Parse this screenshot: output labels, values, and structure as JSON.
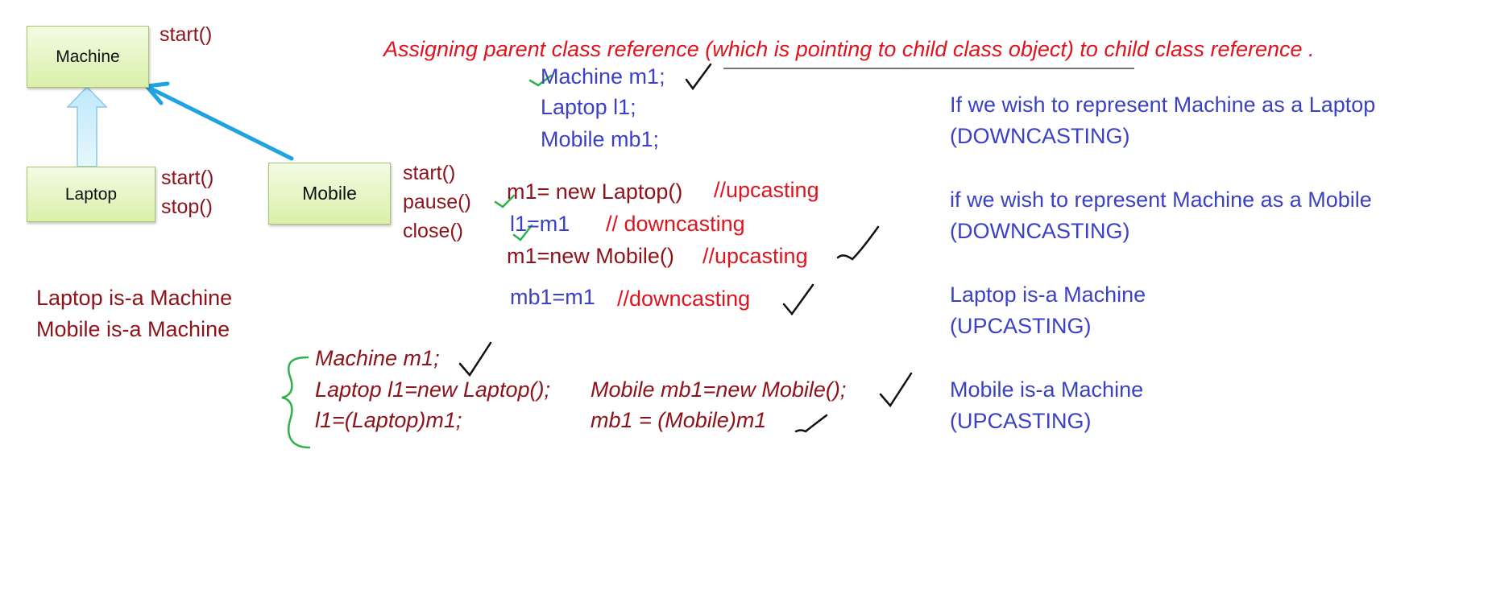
{
  "diagram": {
    "boxes": {
      "machine": "Machine",
      "laptop": "Laptop",
      "mobile": "Mobile"
    },
    "methods": {
      "machine": [
        "start()"
      ],
      "laptop": [
        "start()",
        "stop()"
      ],
      "mobile": [
        "start()",
        "pause()",
        "close()"
      ]
    },
    "relations": [
      "Laptop is-a Machine",
      "Mobile is-a Machine"
    ]
  },
  "heading": "Assigning parent class reference (which is pointing to child class object) to child class reference .",
  "declarations": [
    "Machine m1;",
    "Laptop l1;",
    "Mobile mb1;"
  ],
  "assignments": [
    {
      "code": "m1= new Laptop()",
      "comment": "//upcasting"
    },
    {
      "code": "l1=m1",
      "comment": "// downcasting"
    },
    {
      "code": "m1=new Mobile()",
      "comment": "//upcasting"
    },
    {
      "code": "mb1=m1",
      "comment": "//downcasting"
    }
  ],
  "example_left": [
    "Machine m1;",
    "Laptop l1=new Laptop();",
    "l1=(Laptop)m1;"
  ],
  "example_right": [
    "Mobile mb1=new Mobile();",
    "mb1 = (Mobile)m1"
  ],
  "notes": [
    {
      "line1": "If we wish to represent Machine as a Laptop",
      "line2": "(DOWNCASTING)"
    },
    {
      "line1": "if we wish to represent Machine as a Mobile",
      "line2": "(DOWNCASTING)"
    },
    {
      "line1": "Laptop is-a Machine",
      "line2": "(UPCASTING)"
    },
    {
      "line1": "Mobile is-a Machine",
      "line2": "(UPCASTING)"
    }
  ],
  "colors": {
    "heading": "#e0141e",
    "code": "#8e1219",
    "notes": "#3a41c4",
    "arrow": "#1fa3e3",
    "tick": "#2bb34a",
    "box": "#d9f0a9"
  }
}
